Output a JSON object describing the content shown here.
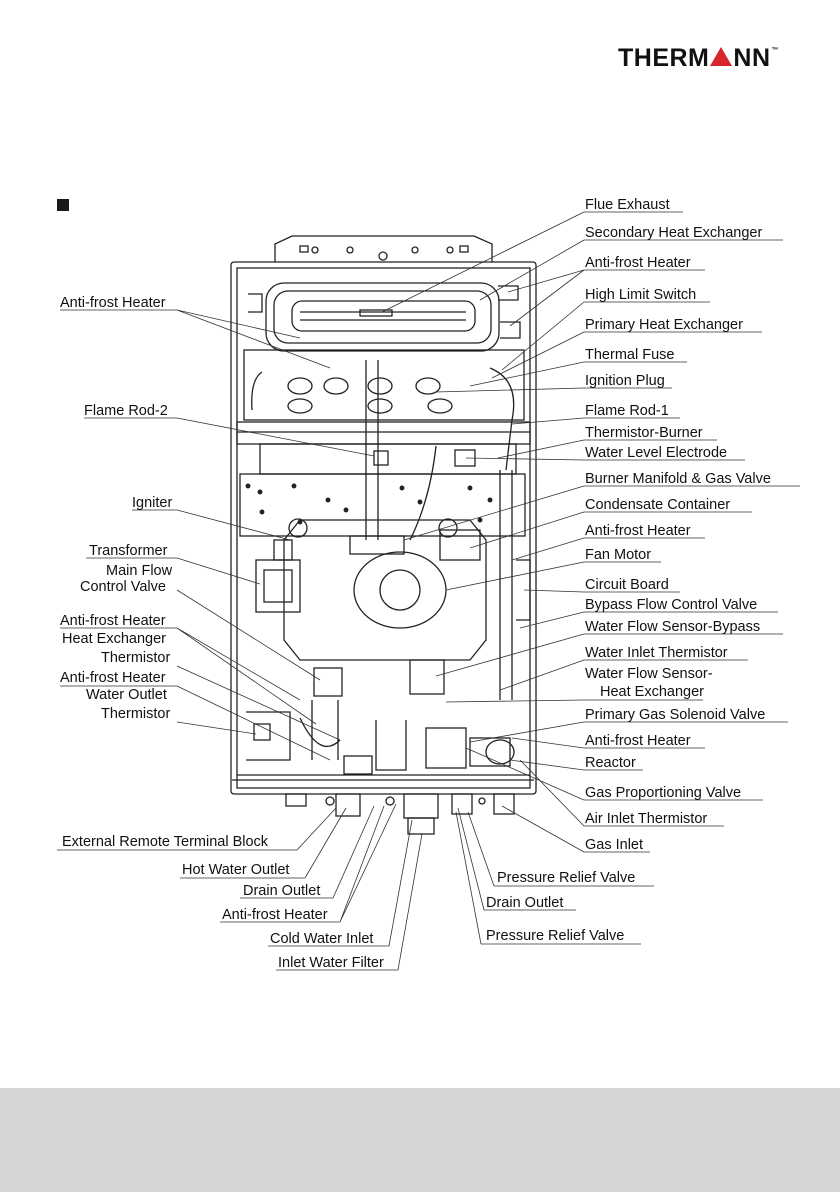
{
  "brand": {
    "logo_text_left": "THERM",
    "logo_text_right": "NN",
    "trademark": "™",
    "accent_color": "#d8262d"
  },
  "labels": {
    "flue_exhaust": "Flue Exhaust",
    "secondary_heat_exchanger": "Secondary Heat Exchanger",
    "anti_frost_heater_r1": "Anti-frost Heater",
    "high_limit_switch": "High Limit Switch",
    "primary_heat_exchanger": "Primary Heat Exchanger",
    "thermal_fuse": "Thermal Fuse",
    "ignition_plug": "Ignition Plug",
    "flame_rod_1": "Flame Rod-1",
    "thermistor_burner": "Thermistor-Burner",
    "water_level_electrode": "Water Level Electrode",
    "burner_manifold_gas_valve": "Burner Manifold & Gas Valve",
    "condensate_container": "Condensate Container",
    "anti_frost_heater_r2": "Anti-frost Heater",
    "fan_motor": "Fan Motor",
    "circuit_board": "Circuit Board",
    "bypass_flow_control_valve": "Bypass Flow Control Valve",
    "water_flow_sensor_bypass": "Water Flow Sensor-Bypass",
    "water_inlet_thermistor": "Water Inlet Thermistor",
    "water_flow_sensor_hx_1": "Water Flow Sensor-",
    "water_flow_sensor_hx_2": "Heat Exchanger",
    "primary_gas_solenoid_valve": "Primary Gas Solenoid Valve",
    "anti_frost_heater_r3": "Anti-frost Heater",
    "reactor": "Reactor",
    "gas_proportioning_valve": "Gas Proportioning Valve",
    "air_inlet_thermistor": "Air Inlet Thermistor",
    "gas_inlet": "Gas Inlet",
    "anti_frost_heater_l1": "Anti-frost Heater",
    "flame_rod_2": "Flame Rod-2",
    "igniter": "Igniter",
    "transformer": "Transformer",
    "main_flow_1": "Main Flow",
    "main_flow_2": "Control Valve",
    "anti_frost_heater_l2": "Anti-frost Heater",
    "hx_thermistor_1": "Heat Exchanger",
    "hx_thermistor_2": "Thermistor",
    "anti_frost_heater_l3": "Anti-frost Heater",
    "water_outlet_thermistor_1": "Water Outlet",
    "water_outlet_thermistor_2": "Thermistor",
    "external_remote_terminal_block": "External Remote Terminal Block",
    "hot_water_outlet": "Hot Water Outlet",
    "drain_outlet_l": "Drain Outlet",
    "anti_frost_heater_b": "Anti-frost Heater",
    "cold_water_inlet": "Cold Water Inlet",
    "inlet_water_filter": "Inlet Water Filter",
    "pressure_relief_valve_1": "Pressure Relief Valve",
    "drain_outlet_r": "Drain Outlet",
    "pressure_relief_valve_2": "Pressure Relief Valve"
  }
}
